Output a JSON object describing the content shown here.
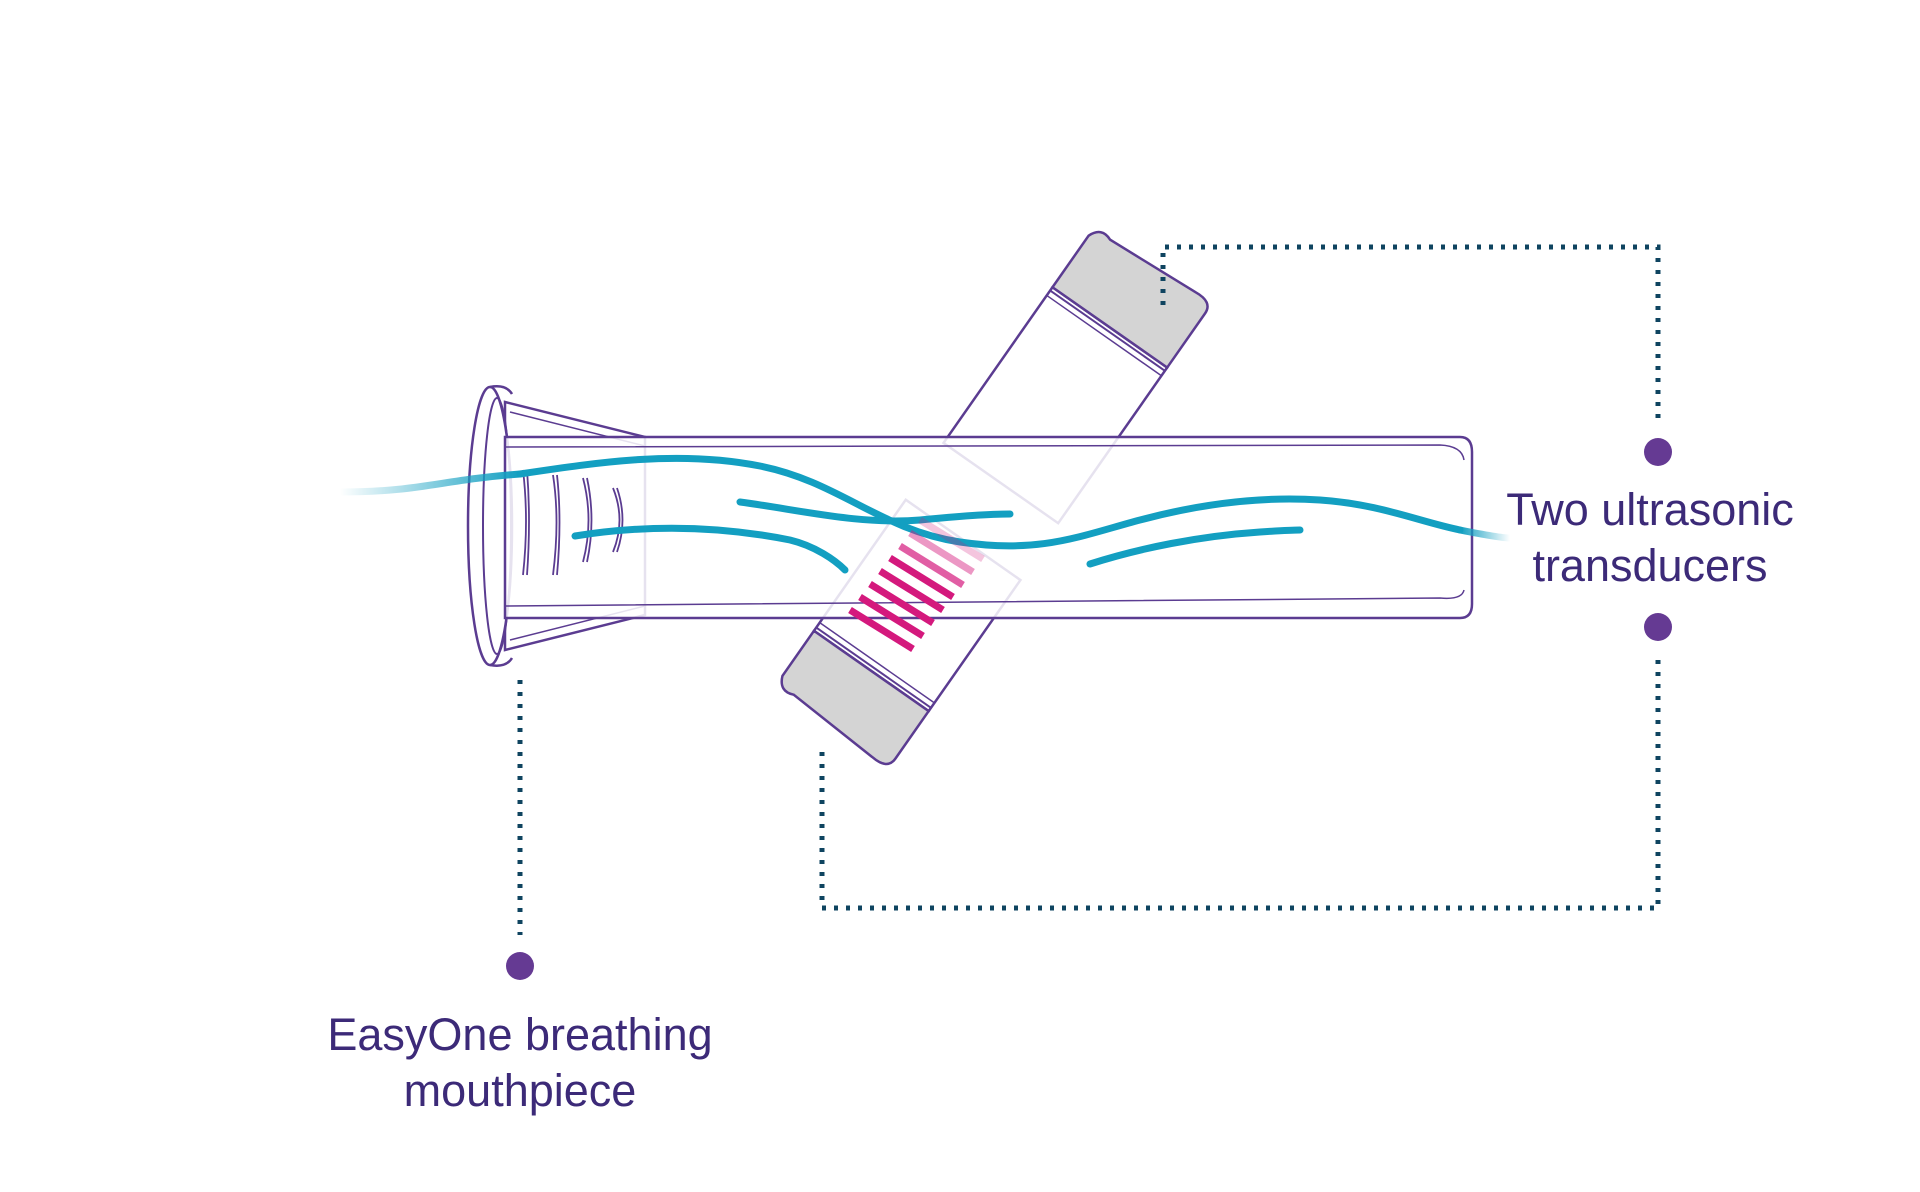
{
  "labels": {
    "mouthpiece": [
      "EasyOne breathing",
      "mouthpiece"
    ],
    "transducers": [
      "Two ultrasonic",
      "transducers"
    ]
  },
  "colors": {
    "outline": "#5b3c91",
    "wave": "#139fc1",
    "signal": "#d4197d",
    "leader": "#0f4460",
    "marker": "#653a93",
    "cap": "#d4d4d4",
    "text": "#3c2a78"
  }
}
